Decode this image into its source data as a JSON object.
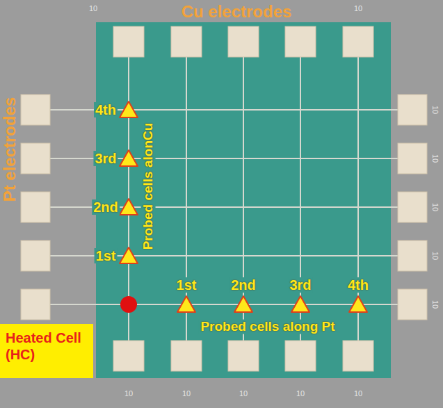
{
  "diagram": {
    "nodes": [
      {
        "text": [
          "Heated Cell (HC)"
        ]
      }
    ],
    "labels": [
      "Cu electrodes",
      "Pt electrodes",
      "4th",
      "3rd",
      "2nd",
      "1st",
      "Probed cells alonCu",
      "1st",
      "2nd",
      "3rd",
      "4th",
      "Probed cells along Pt",
      "10",
      "10",
      "10",
      "10",
      "10",
      "10",
      "10",
      "10",
      "10",
      "10",
      "10",
      "10"
    ]
  }
}
